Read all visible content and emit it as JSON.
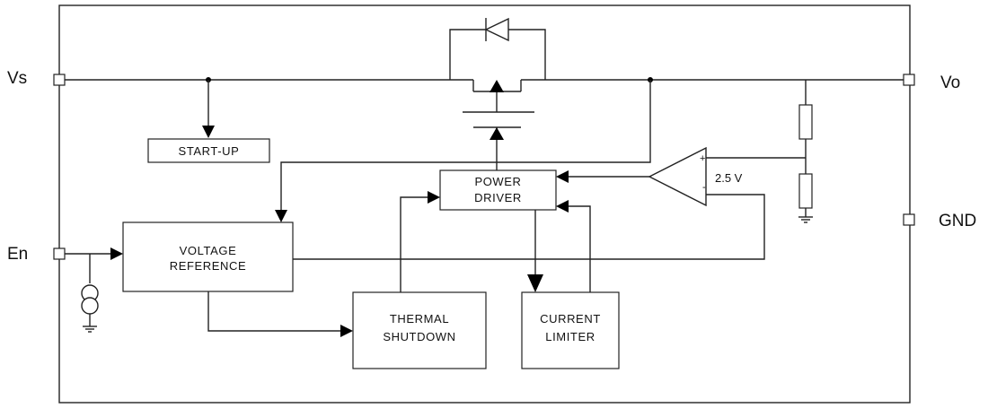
{
  "pins": {
    "vs": "Vs",
    "vo": "Vo",
    "en": "En",
    "gnd": "GND"
  },
  "blocks": {
    "startup": "START-UP",
    "power_driver_line1": "POWER",
    "power_driver_line2": "DRIVER",
    "voltage_reference_line1": "VOLTAGE",
    "voltage_reference_line2": "REFERENCE",
    "thermal_shutdown_line1": "THERMAL",
    "thermal_shutdown_line2": "SHUTDOWN",
    "current_limiter_line1": "CURRENT",
    "current_limiter_line2": "LIMITER"
  },
  "comparator": {
    "reference_voltage": "2.5 V",
    "plus": "+",
    "minus": "-"
  }
}
